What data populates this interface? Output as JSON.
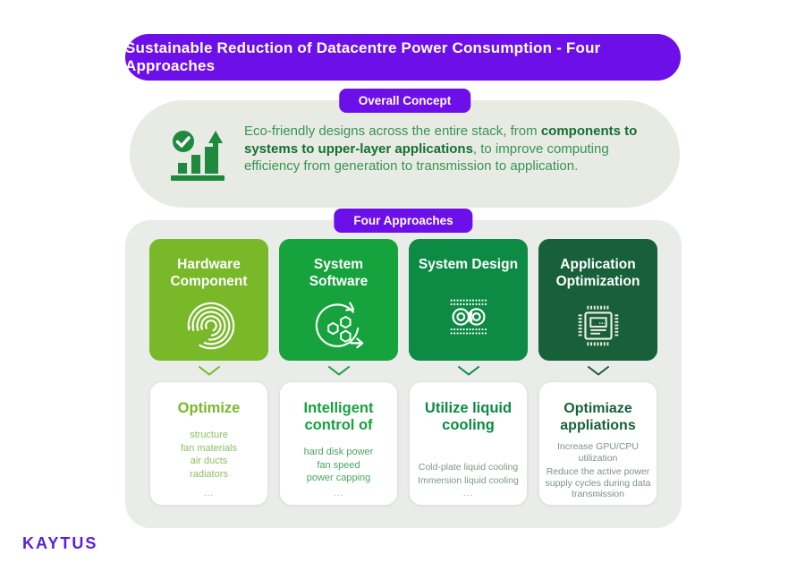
{
  "page": {
    "title": "Sustainable Reduction of Datacentre Power Consumption - Four Approaches",
    "brand": "KAYTUS"
  },
  "overall": {
    "badge": "Overall Concept",
    "icon": "growth-check-icon",
    "text_pre": "Eco-friendly designs across the entire stack, from ",
    "text_bold": "components to systems to upper-layer applications",
    "text_post": ", to improve computing efficiency from generation to transmission to application."
  },
  "approaches": {
    "badge": "Four Approaches",
    "columns": [
      {
        "title": "Hardware Component",
        "icon": "disk-arcs-icon",
        "card_title": "Optimize",
        "items": [
          "structure",
          "fan materials",
          "air ducts",
          "radiators"
        ],
        "more": "..."
      },
      {
        "title": "System Software",
        "icon": "agile-cycle-icon",
        "card_title": "Intelligent control of",
        "items": [
          "hard disk power",
          "fan speed",
          "power capping"
        ],
        "more": "..."
      },
      {
        "title": "System Design",
        "icon": "cooling-loops-icon",
        "card_title": "Utilize liquid cooling",
        "items": [
          "Cold-plate liquid cooling",
          "Immersion liquid cooling"
        ],
        "more": "..."
      },
      {
        "title": "Application Optimization",
        "icon": "chip-icon",
        "card_title": "Optimiaze appliations",
        "items": [
          "Increase GPU/CPU utilization",
          "Reduce the active power supply cycles during data transmission"
        ],
        "more": "..."
      }
    ]
  },
  "colors": {
    "purple": "#6d0fe8",
    "logo_purple": "#5a1ed8",
    "green1": "#78b829",
    "green2": "#16a23c",
    "green3": "#0d8b44",
    "green4": "#17603a",
    "section_bg": "#e8ebe4",
    "panel_bg": "#e9ece8",
    "text_green": "#389352",
    "text_green_bold": "#156f32",
    "list1": "#8cc063",
    "list2": "#4aa663",
    "list3": "#7e978a",
    "list4": "#7e918a",
    "muted": "#9aa59e",
    "card_border": "#dde4da"
  }
}
